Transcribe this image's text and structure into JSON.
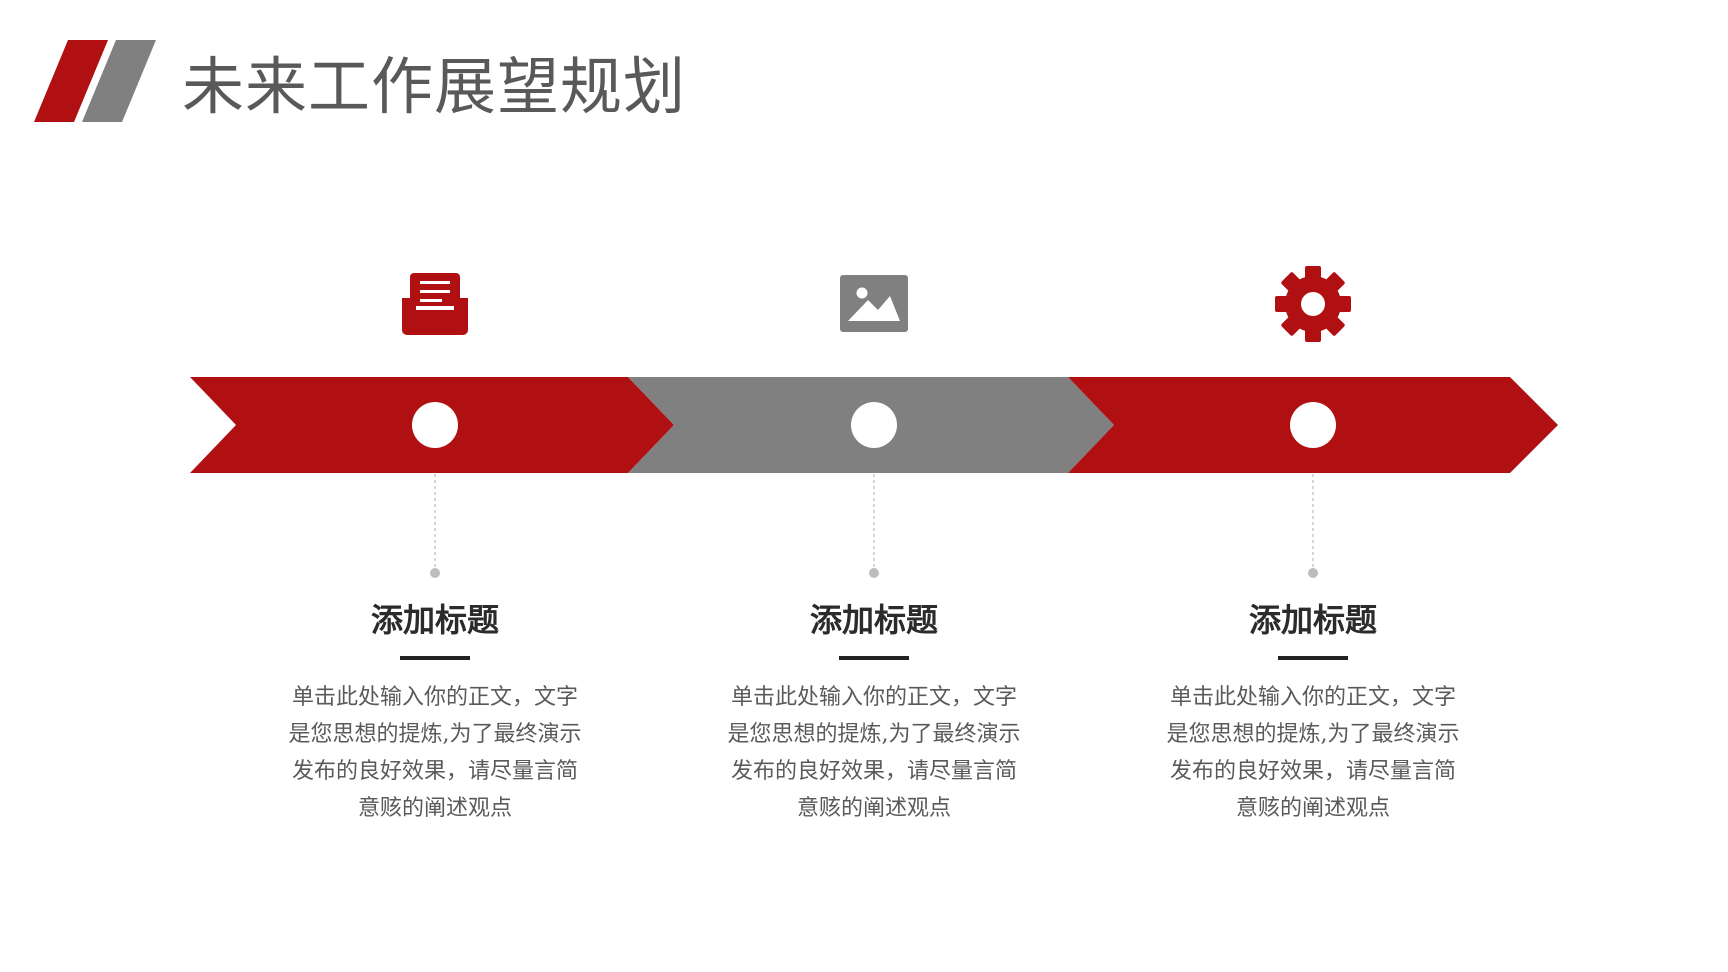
{
  "page": {
    "title": "未来工作展望规划"
  },
  "colors": {
    "red": "#b01012",
    "gray": "#808080",
    "title": "#595959",
    "text": "#5a5a5a"
  },
  "steps": [
    {
      "icon": "inbox-tray-icon",
      "color": "#b01012",
      "title": "添加标题",
      "lines": [
        "单击此处输入你的正文，文字",
        "是您思想的提炼,为了最终演示",
        "发布的良好效果，请尽量言简",
        "意赅的阐述观点"
      ]
    },
    {
      "icon": "image-icon",
      "color": "#808080",
      "title": "添加标题",
      "lines": [
        "单击此处输入你的正文，文字",
        "是您思想的提炼,为了最终演示",
        "发布的良好效果，请尽量言简",
        "意赅的阐述观点"
      ]
    },
    {
      "icon": "gear-icon",
      "color": "#b01012",
      "title": "添加标题",
      "lines": [
        "单击此处输入你的正文，文字",
        "是您思想的提炼,为了最终演示",
        "发布的良好效果，请尽量言简",
        "意赅的阐述观点"
      ]
    }
  ]
}
